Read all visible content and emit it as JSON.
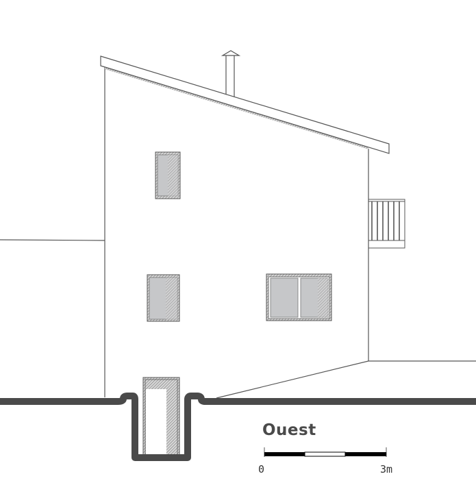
{
  "drawing": {
    "title": "Ouest",
    "scale_bar": {
      "start_label": "0",
      "end_label": "3m",
      "segments": 3
    },
    "colors": {
      "line": "#555555",
      "ground": "#4a4a4a",
      "glass": "#c6c7c9",
      "hatch": "#8a8a8a"
    }
  }
}
